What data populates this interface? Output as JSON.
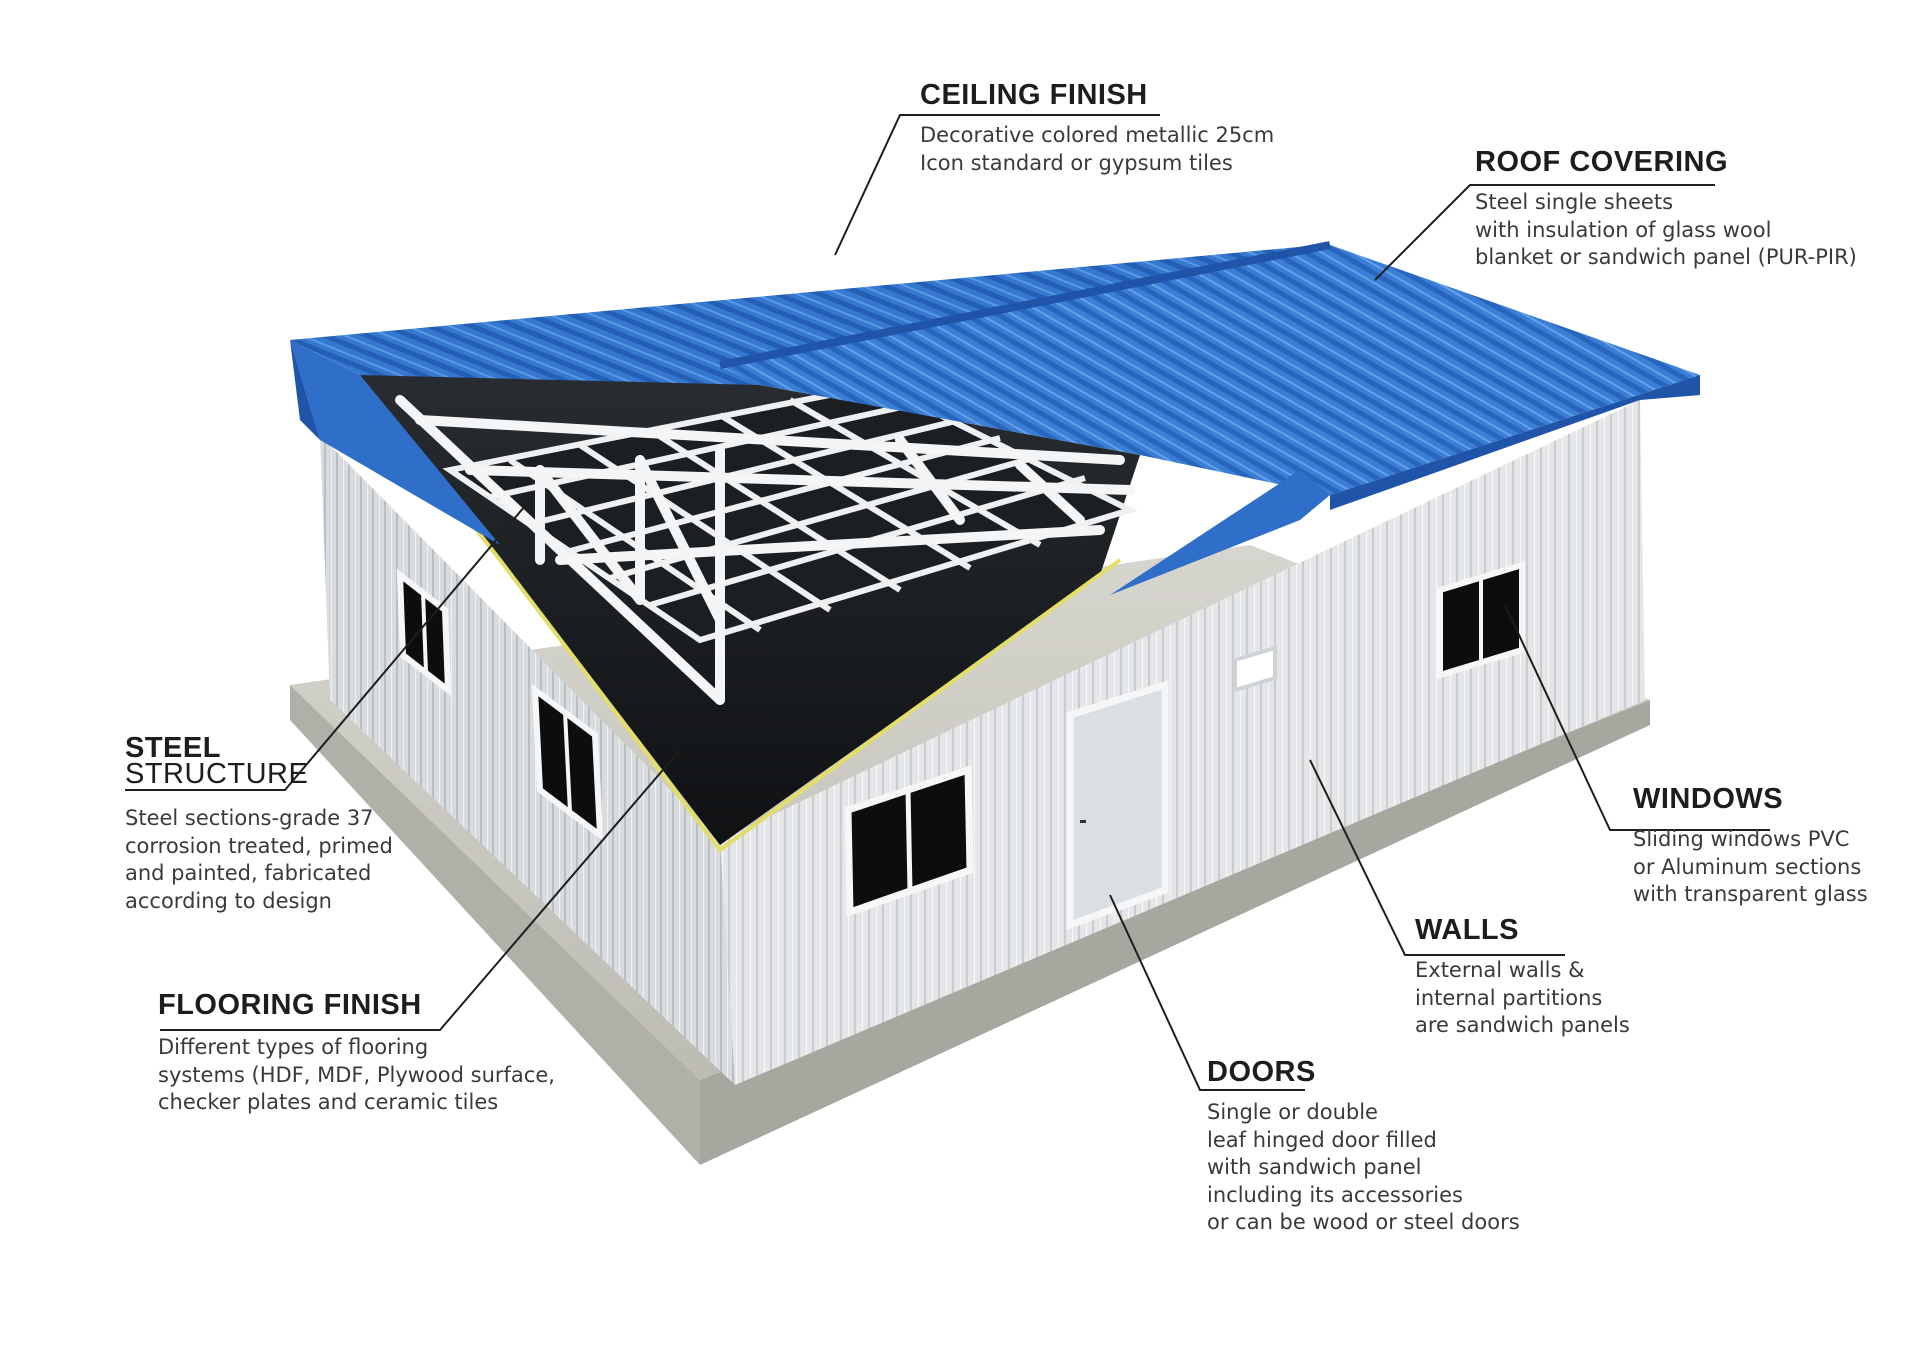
{
  "colors": {
    "roof": "#2f6fc9",
    "roof_dark": "#1f54a8",
    "wall": "#e6e8ea",
    "wall_shadow": "#c7cbcf",
    "slab": "#c9c8c1",
    "steel": "#f2f3f4",
    "leader": "#1e1e1e",
    "insulation": "#e3de6a"
  },
  "labels": {
    "ceiling": {
      "title": "CEILING FINISH",
      "lines": [
        "Decorative colored metallic 25cm",
        "Icon standard or gypsum tiles"
      ]
    },
    "roof": {
      "title": "ROOF COVERING",
      "lines": [
        "Steel single sheets",
        "with insulation of glass wool",
        "blanket or sandwich panel (PUR-PIR)"
      ]
    },
    "steel": {
      "title": "STEEL",
      "title2": "STRUCTURE",
      "lines": [
        "Steel sections-grade 37",
        "corrosion treated, primed",
        "and painted, fabricated",
        "according to design"
      ]
    },
    "windows": {
      "title": "WINDOWS",
      "lines": [
        "Sliding windows PVC",
        "or Aluminum sections",
        "with transparent glass"
      ]
    },
    "walls": {
      "title": "WALLS",
      "lines": [
        "External walls &",
        "internal partitions",
        "are sandwich panels"
      ]
    },
    "flooring": {
      "title": "FLOORING FINISH",
      "lines": [
        "Different types of flooring",
        "systems (HDF, MDF, Plywood surface,",
        "checker plates and ceramic tiles"
      ]
    },
    "doors": {
      "title": "DOORS",
      "lines": [
        "Single or double",
        "leaf hinged door filled",
        "with sandwich panel",
        "including its accessories",
        "or can be wood or steel doors"
      ]
    }
  }
}
